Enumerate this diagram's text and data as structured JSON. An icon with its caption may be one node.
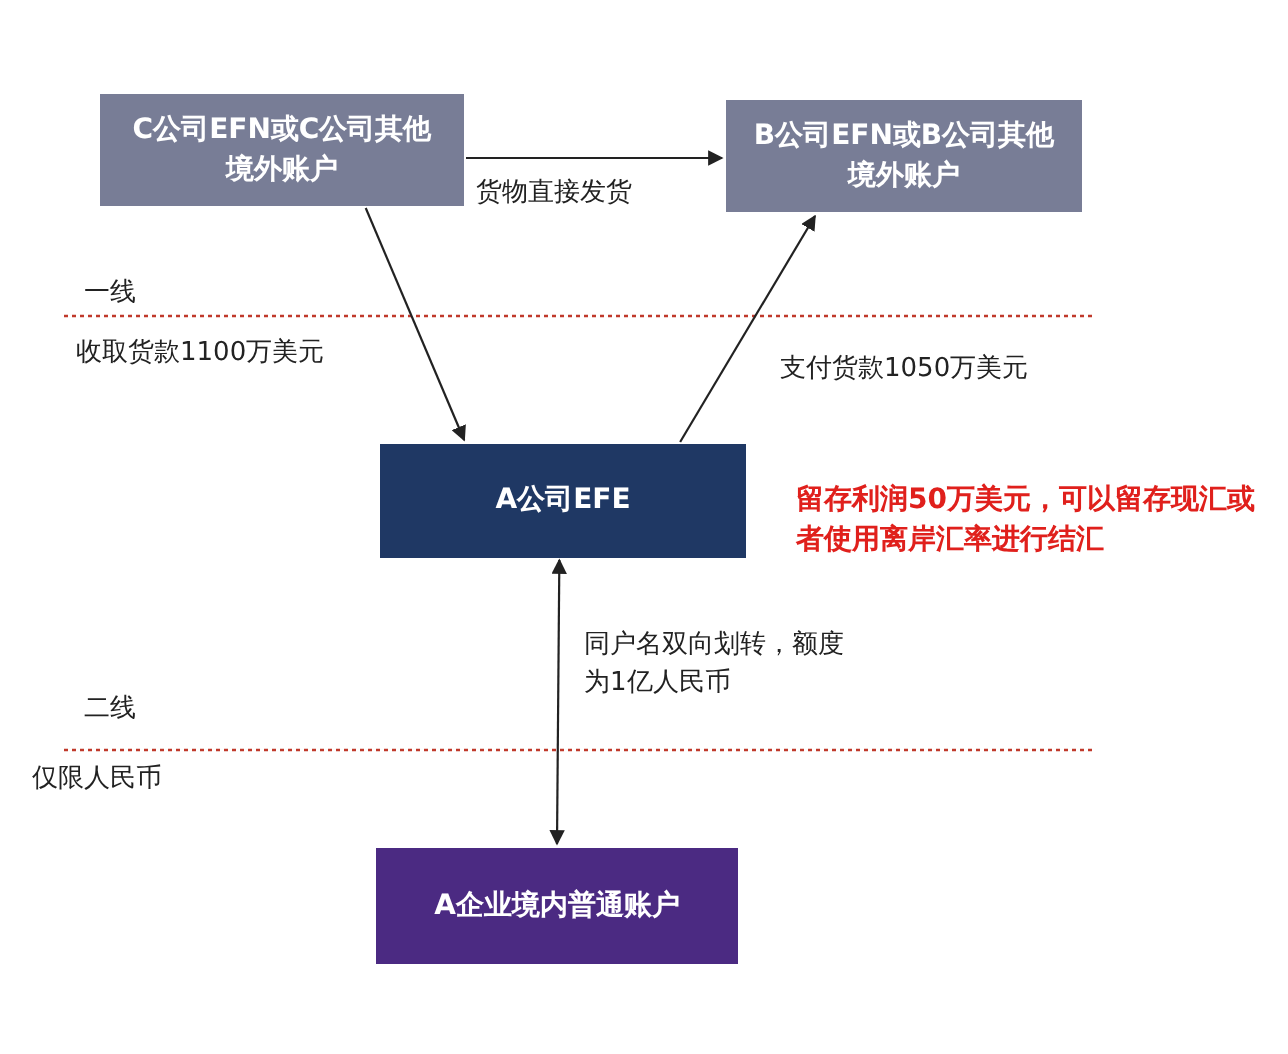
{
  "diagram": {
    "nodes": [
      {
        "text": [
          "C公司EFN或C公司其他境外账户"
        ]
      },
      {
        "text": [
          "B公司EFN或B公司其他境外账户"
        ]
      },
      {
        "text": [
          "A公司EFE"
        ]
      },
      {
        "text": [
          "A企业境内普通账户"
        ]
      }
    ],
    "edges": [
      {
        "from": 0,
        "to": 1,
        "arrow": "to",
        "label": "货物直接发货"
      },
      {
        "from": 0,
        "to": 2,
        "arrow": "to",
        "label": "收取货款1100万美元"
      },
      {
        "from": 2,
        "to": 1,
        "arrow": "to",
        "label": "支付货款1050万美元"
      },
      {
        "from": 2,
        "to": 3,
        "arrow": "both",
        "label": "同户名双向划转，额度为1亿人民币"
      }
    ],
    "labels": [
      "一线",
      "二线",
      "仅限人民币",
      "留存利润50万美元，可以留存现汇或者使用离岸汇率进行结汇"
    ]
  }
}
